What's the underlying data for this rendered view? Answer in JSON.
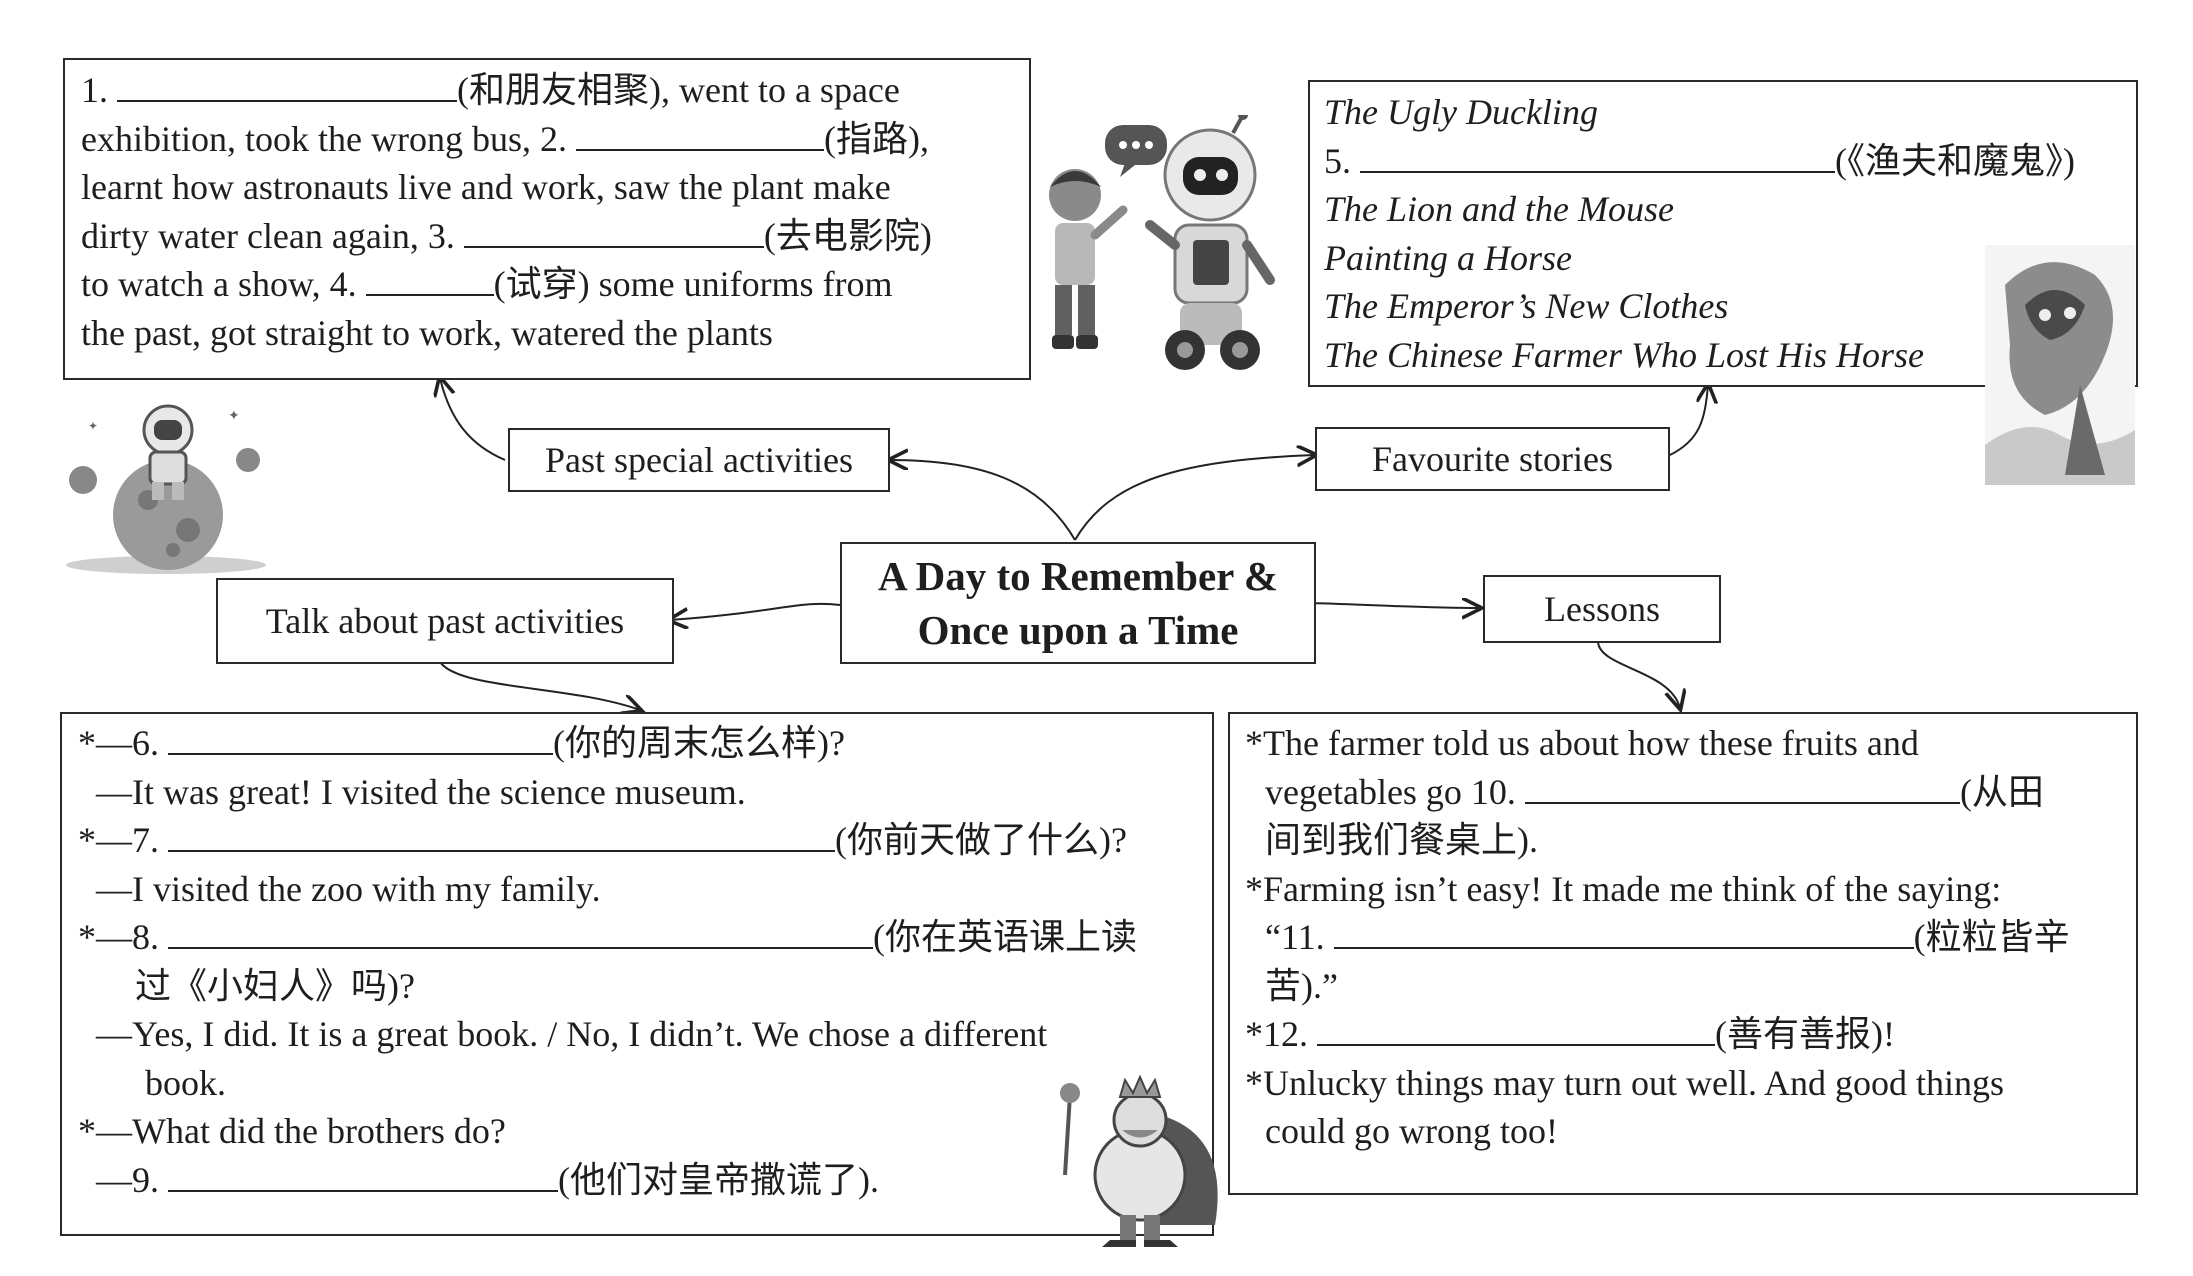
{
  "center_title": {
    "line1": "A Day to Remember &",
    "line2": "Once upon a Time"
  },
  "branches": {
    "past_special": "Past special activities",
    "favourite_stories": "Favourite stories",
    "talk_about": "Talk about past activities",
    "lessons": "Lessons"
  },
  "past_box": {
    "l1_pre": "1.",
    "l1_post": "(和朋友相聚), went to a space",
    "l2_pre": "exhibition, took the wrong bus, 2.",
    "l2_post": "(指路),",
    "l3": "learnt how astronauts live and work, saw the plant make",
    "l4_pre": "dirty water clean again, 3.",
    "l4_post": "(去电影院)",
    "l5_pre": "to watch a show,  4.",
    "l5_post": "(试穿) some uniforms from",
    "l6": "the past, got straight to work, watered the plants"
  },
  "stories_box": {
    "s1": "The Ugly Duckling",
    "s2_pre": "5.",
    "s2_post": "(《渔夫和魔鬼》)",
    "s3": "The Lion and the Mouse",
    "s4": "Painting a Horse",
    "s5": "The Emperor’s New Clothes",
    "s6": "The Chinese Farmer Who Lost His Horse"
  },
  "talk_box": {
    "q6_pre": "*—6.",
    "q6_post": "(你的周末怎么样)?",
    "a6": "—It was great! I visited the science museum.",
    "q7_pre": "*—7.",
    "q7_post": "(你前天做了什么)?",
    "a7": "—I visited the zoo with my family.",
    "q8_pre": "*—8.",
    "q8_post": "(你在英语课上读",
    "q8_cont": "过《小妇人》吗)?",
    "a8": "—Yes, I did. It is a great book. / No, I didn’t. We chose a different",
    "a8_cont": "book.",
    "q9": "*—What did the brothers do?",
    "a9_pre": "—9.",
    "a9_post": "(他们对皇帝撒谎了)."
  },
  "lessons_box": {
    "l1": "*The  farmer  told  us  about  how  these  fruits  and",
    "l2_pre": "vegetables go 10.",
    "l2_post": "(从田",
    "l3": "间到我们餐桌上).",
    "l4": "*Farming isn’t easy! It made me think of the saying:",
    "l5_pre": "“11.",
    "l5_post": "(粒粒皆辛",
    "l6": "苦).”",
    "l7_pre": "*12.",
    "l7_post": "(善有善报)!",
    "l8": "*Unlucky things may turn out well. And good things",
    "l9": "could go wrong too!"
  }
}
